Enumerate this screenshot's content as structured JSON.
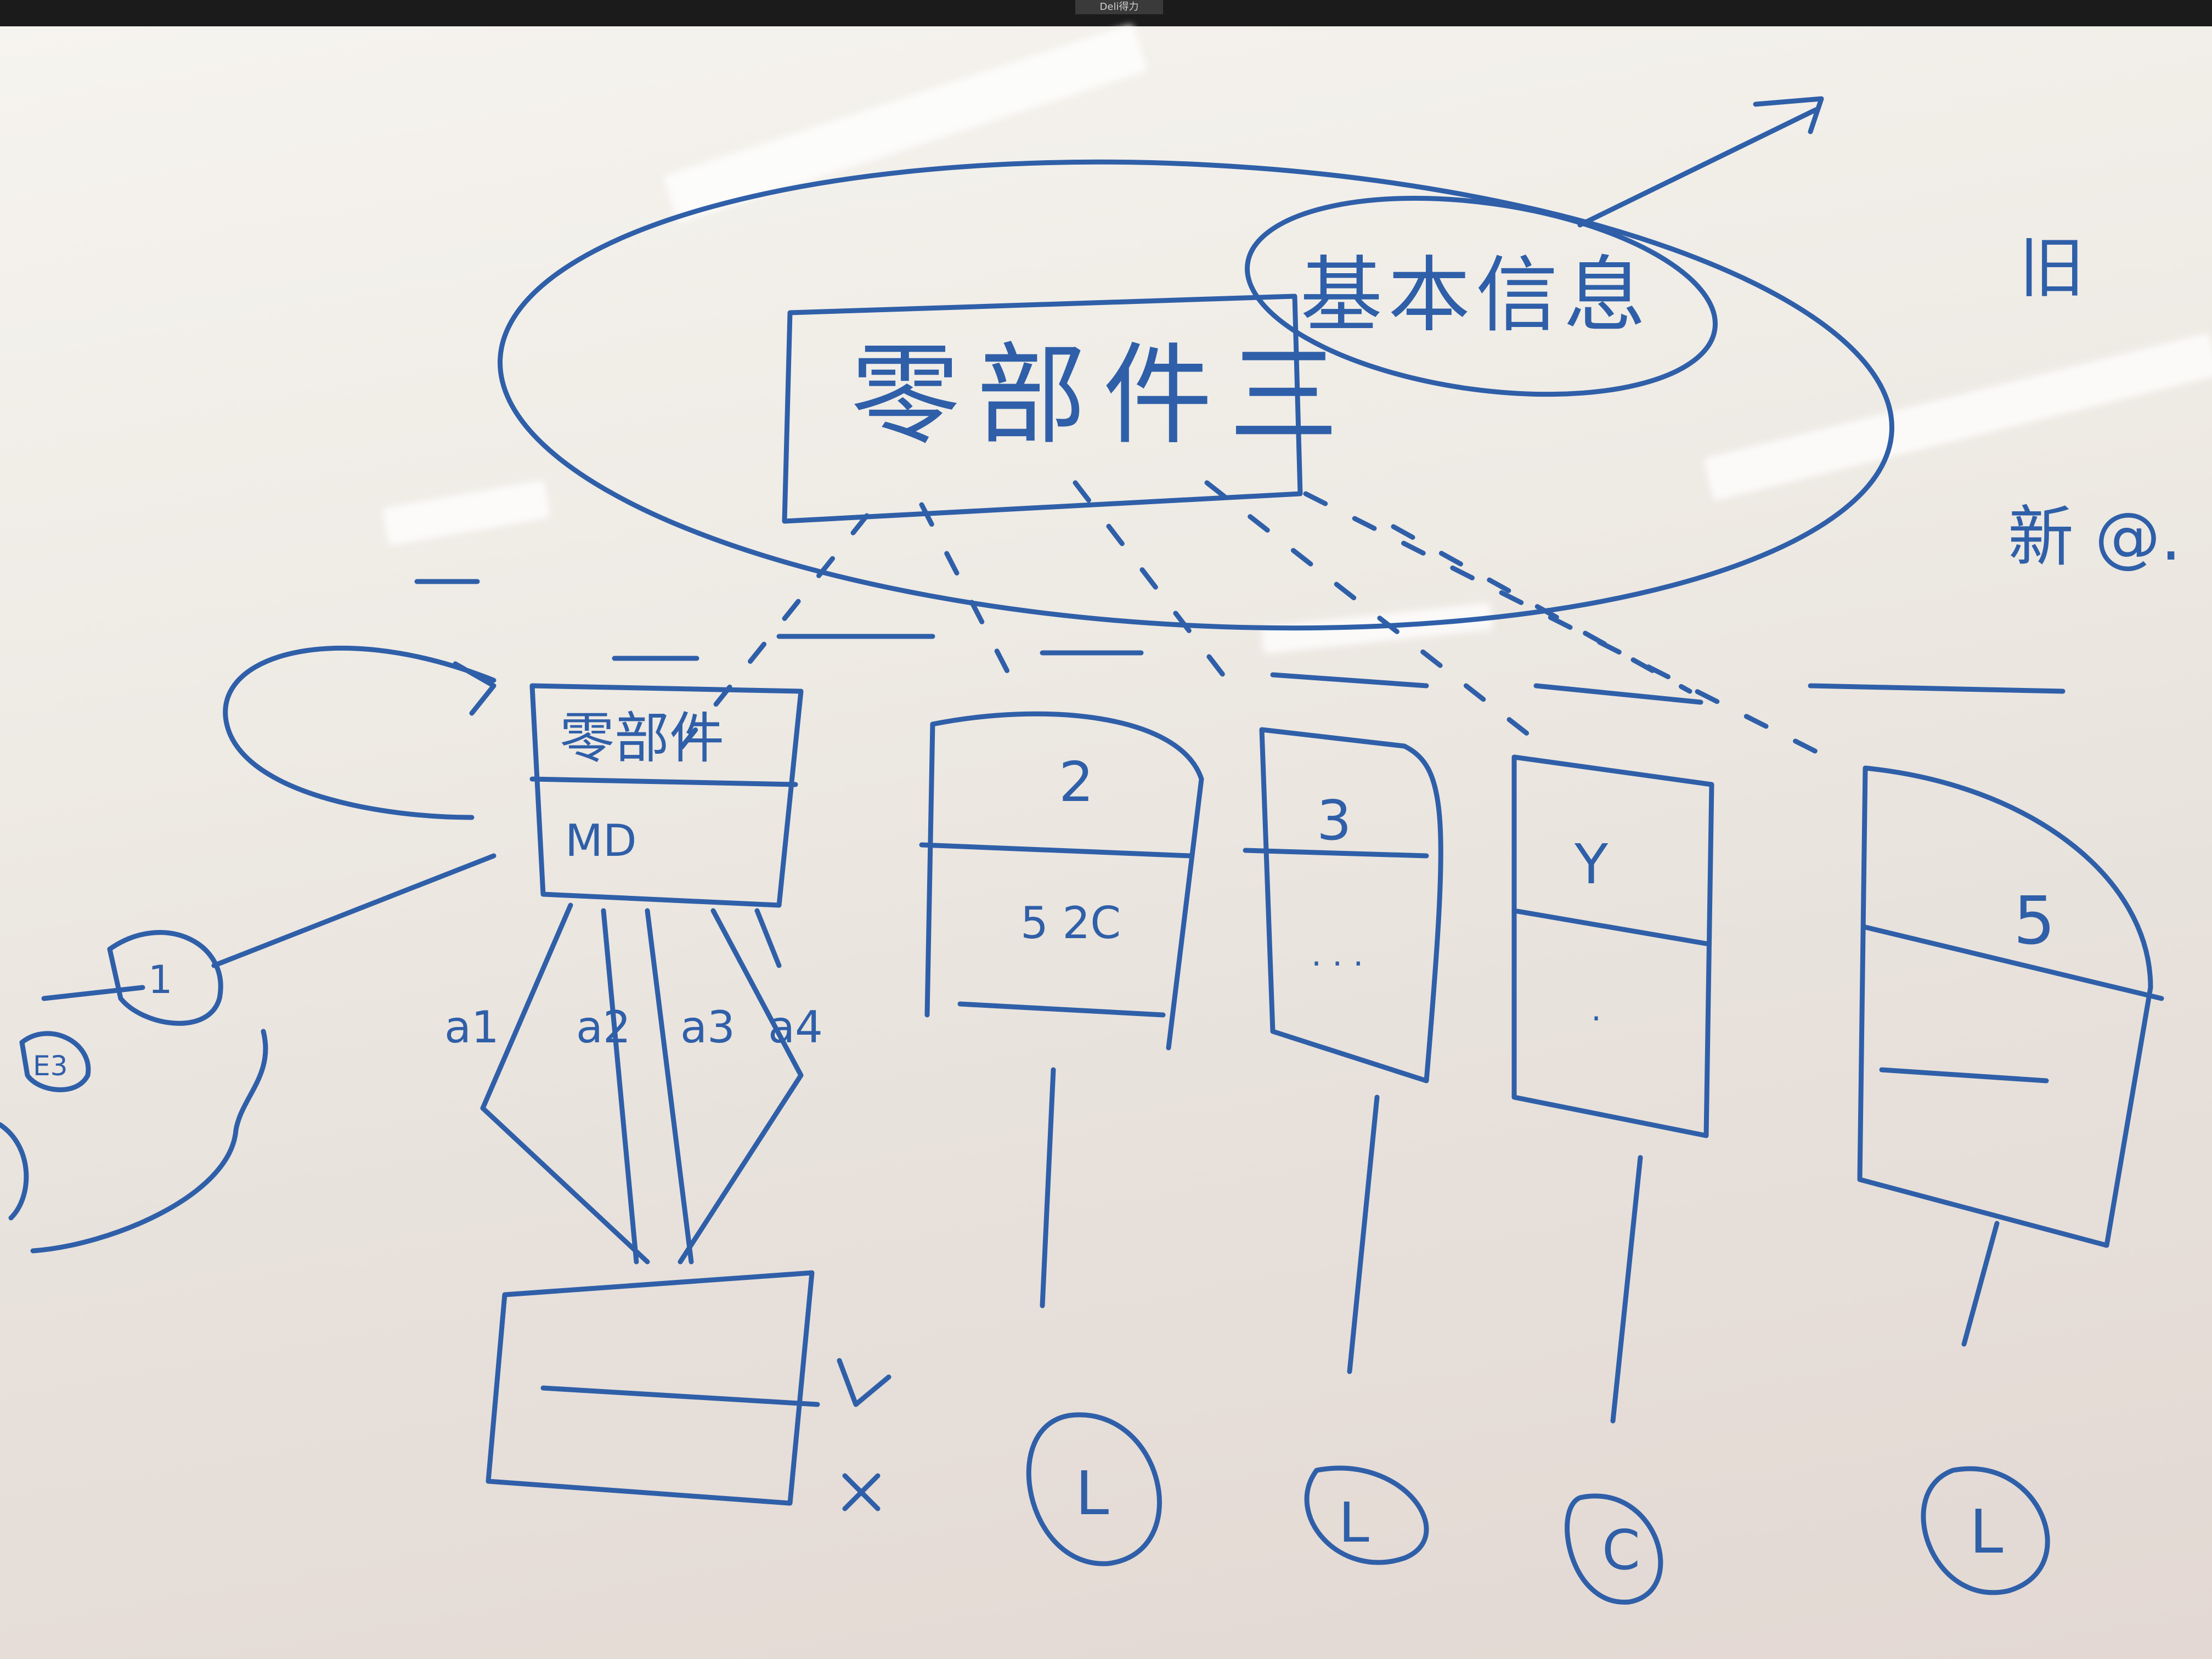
{
  "device": {
    "brand": "Deli得力"
  },
  "whiteboard": {
    "ink_color": "#2f5fa8",
    "top_box": {
      "label": "零部件三"
    },
    "bubble": {
      "label": "基本信息"
    },
    "legend": {
      "old_label": "旧",
      "new_label": "新 @."
    },
    "components": [
      {
        "title": "零部件",
        "sub": "MD"
      },
      {
        "title": "2",
        "sub": "5 2C"
      },
      {
        "title": "3",
        "sub": ". . ."
      },
      {
        "title": "Y",
        "sub": "."
      },
      {
        "title": "5",
        "sub": ""
      }
    ],
    "attribute_labels": [
      "a1",
      "a2",
      "a3",
      "a4"
    ],
    "small_nodes": [
      "1",
      "E3"
    ],
    "check_marks": [
      "V",
      "X"
    ],
    "bottom_circles": [
      "L",
      "L",
      "C",
      "L"
    ]
  }
}
